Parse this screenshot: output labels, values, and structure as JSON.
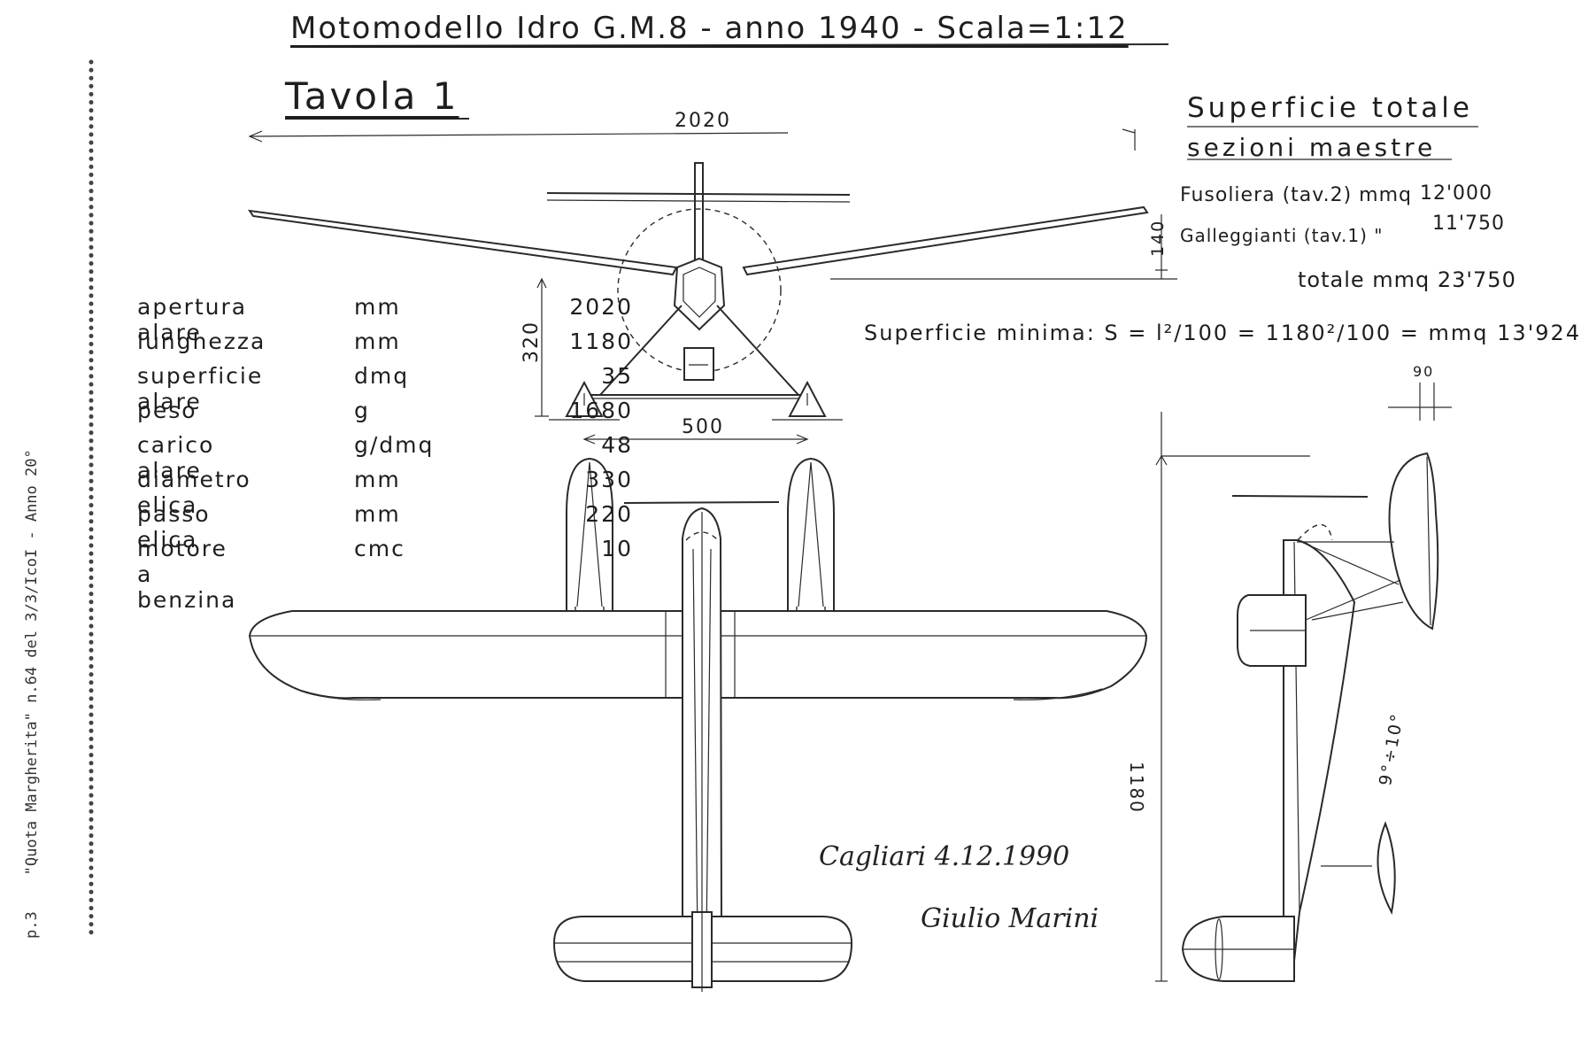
{
  "header": {
    "title": "Motomodello Idro G.M.8 - anno 1940 - Scala=1:12",
    "subtitle": "Tavola 1"
  },
  "dimensions": {
    "span": "2020",
    "float_spacing": "500",
    "front_height": "320",
    "wing_dihedral": "140",
    "side_length": "1180",
    "side_small": "90",
    "incidence": "9°÷10°"
  },
  "specs": [
    {
      "label": "apertura alare",
      "unit": "mm",
      "value": "2020"
    },
    {
      "label": "lunghezza",
      "unit": "mm",
      "value": "1180"
    },
    {
      "label": "superficie alare",
      "unit": "dmq",
      "value": "35"
    },
    {
      "label": "peso",
      "unit": "g",
      "value": "1680"
    },
    {
      "label": "carico alare",
      "unit": "g/dmq",
      "value": "48"
    },
    {
      "label": "diametro elica",
      "unit": "mm",
      "value": "330"
    },
    {
      "label": "passo elica",
      "unit": "mm",
      "value": "220"
    },
    {
      "label": "motore a benzina",
      "unit": "cmc",
      "value": "10"
    }
  ],
  "surfaces": {
    "heading_1": "Superficie totale",
    "heading_2": "sezioni maestre",
    "rows": [
      {
        "label": "Fusoliera (tav.2) mmq",
        "value": "12'000"
      },
      {
        "label": "Galleggianti (tav.1) \"",
        "value": "11'750"
      }
    ],
    "total": "totale mmq 23'750",
    "minimum": "Superficie minima: S = l²/100 = 1180²/100 = mmq 13'924"
  },
  "signature": {
    "place_date": "Cagliari 4.12.1990",
    "name": "Giulio Marini"
  },
  "side_note": {
    "page": "p.3",
    "source": "\"Quota Margherita\" n.64 del 3/3/IcoI - Anno 20°"
  }
}
